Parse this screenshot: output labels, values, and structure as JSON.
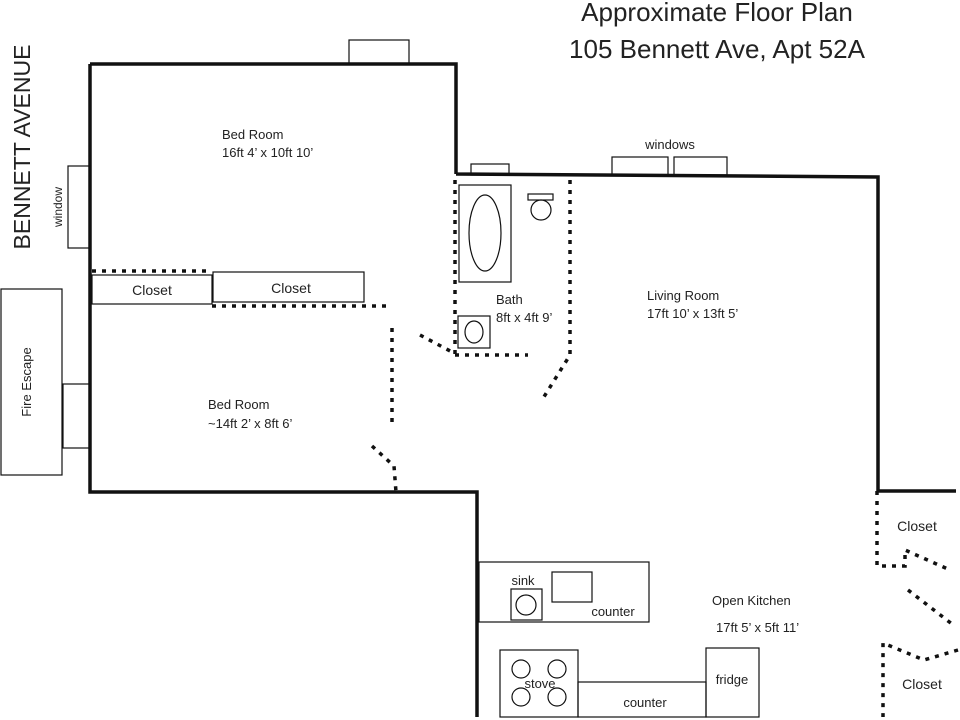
{
  "title": {
    "line1": "Approximate Floor Plan",
    "line2": "105 Bennett Ave, Apt 52A"
  },
  "street": "BENNETT AVENUE",
  "labels": {
    "window": "window",
    "windows": "windows",
    "fire_escape": "Fire Escape",
    "closet_a": "Closet",
    "closet_b": "Closet",
    "closet_c": "Closet",
    "closet_d": "Closet",
    "sink": "sink",
    "counter_a": "counter",
    "counter_b": "counter",
    "stove": "stove",
    "fridge": "fridge"
  },
  "rooms": {
    "bedroom1": {
      "name": "Bed Room",
      "size": "16ft 4’ x 10ft 10’"
    },
    "bedroom2": {
      "name": "Bed Room",
      "size": "~14ft 2’ x 8ft 6’"
    },
    "bath": {
      "name": "Bath",
      "size": "8ft x 4ft 9’"
    },
    "living": {
      "name": "Living Room",
      "size": "17ft 10’ x 13ft 5’"
    },
    "kitchen": {
      "name": "Open Kitchen",
      "size": "17ft 5’ x 5ft 11’"
    }
  }
}
